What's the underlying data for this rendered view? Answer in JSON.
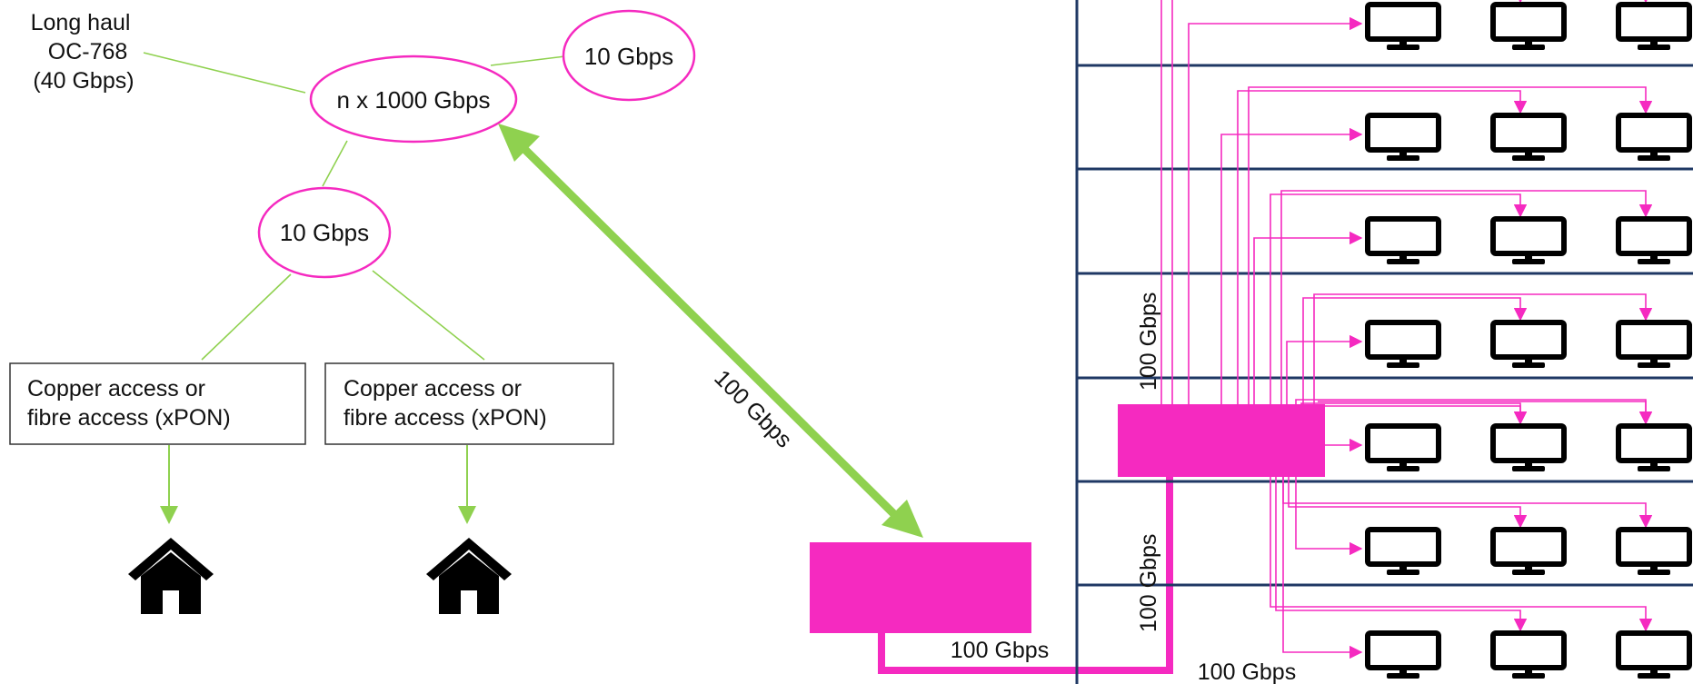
{
  "colors": {
    "magenta": "#f52ac0",
    "green": "#8fd14f",
    "line_green": "#8fd14f",
    "navy": "#1f3864",
    "black": "#000000"
  },
  "labels": {
    "long_haul": [
      "Long haul",
      "OC-768",
      "(40 Gbps)"
    ],
    "core_node": "n x 1000 Gbps",
    "top_right_node": "10 Gbps",
    "metro_node": "10 Gbps",
    "access_left": [
      "Copper access or",
      "fibre access (xPON)"
    ],
    "access_right": [
      "Copper access or",
      "fibre access (xPON)"
    ],
    "diag_link": "100 Gbps",
    "bottom_link": "100 Gbps",
    "vert_upper": "100 Gbps",
    "vert_lower": "100 Gbps",
    "bottom_right": "100 Gbps"
  },
  "icons": {
    "home": "house-icon",
    "screen": "monitor-icon"
  },
  "rack": {
    "rows": 7,
    "monitors_per_row": 3
  }
}
